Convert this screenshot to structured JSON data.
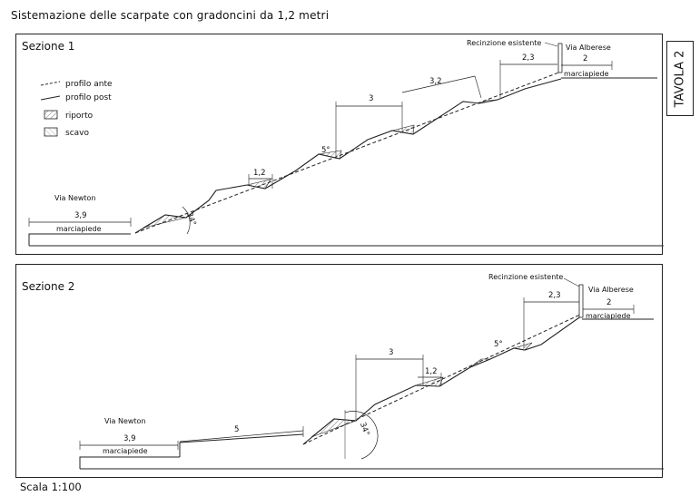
{
  "title": "Sistemazione delle scarpate con gradoncini da 1,2 metri",
  "sheet_label": "TAVOLA 2",
  "scale": "Scala 1:100",
  "legend": {
    "profilo_ante": "profilo ante",
    "profilo_post": "profilo post",
    "riporto": "riporto",
    "scavo": "scavo"
  },
  "section1": {
    "title": "Sezione 1",
    "street_left": "Via Newton",
    "sidewalk_left": "marciapiede",
    "street_right": "Via Alberese",
    "sidewalk_right": "marciapiede",
    "fence": "Recinzione esistente",
    "dims": {
      "left_sidewalk": "3,9",
      "step": "1,2",
      "angle_step": "5°",
      "angle_slope": "34°",
      "span_3": "3",
      "span_3_2": "3,2",
      "span_2_3": "2,3",
      "right_sidewalk": "2"
    }
  },
  "section2": {
    "title": "Sezione 2",
    "street_left": "Via Newton",
    "sidewalk_left": "marciapiede",
    "street_right": "Via Alberese",
    "sidewalk_right": "marciapiede",
    "fence": "Recinzione esistente",
    "dims": {
      "left_sidewalk": "3,9",
      "ramp": "5",
      "angle_slope": "34°",
      "span_3": "3",
      "step": "1,2",
      "angle_step": "5°",
      "span_2_3": "2,3",
      "right_sidewalk": "2"
    }
  }
}
